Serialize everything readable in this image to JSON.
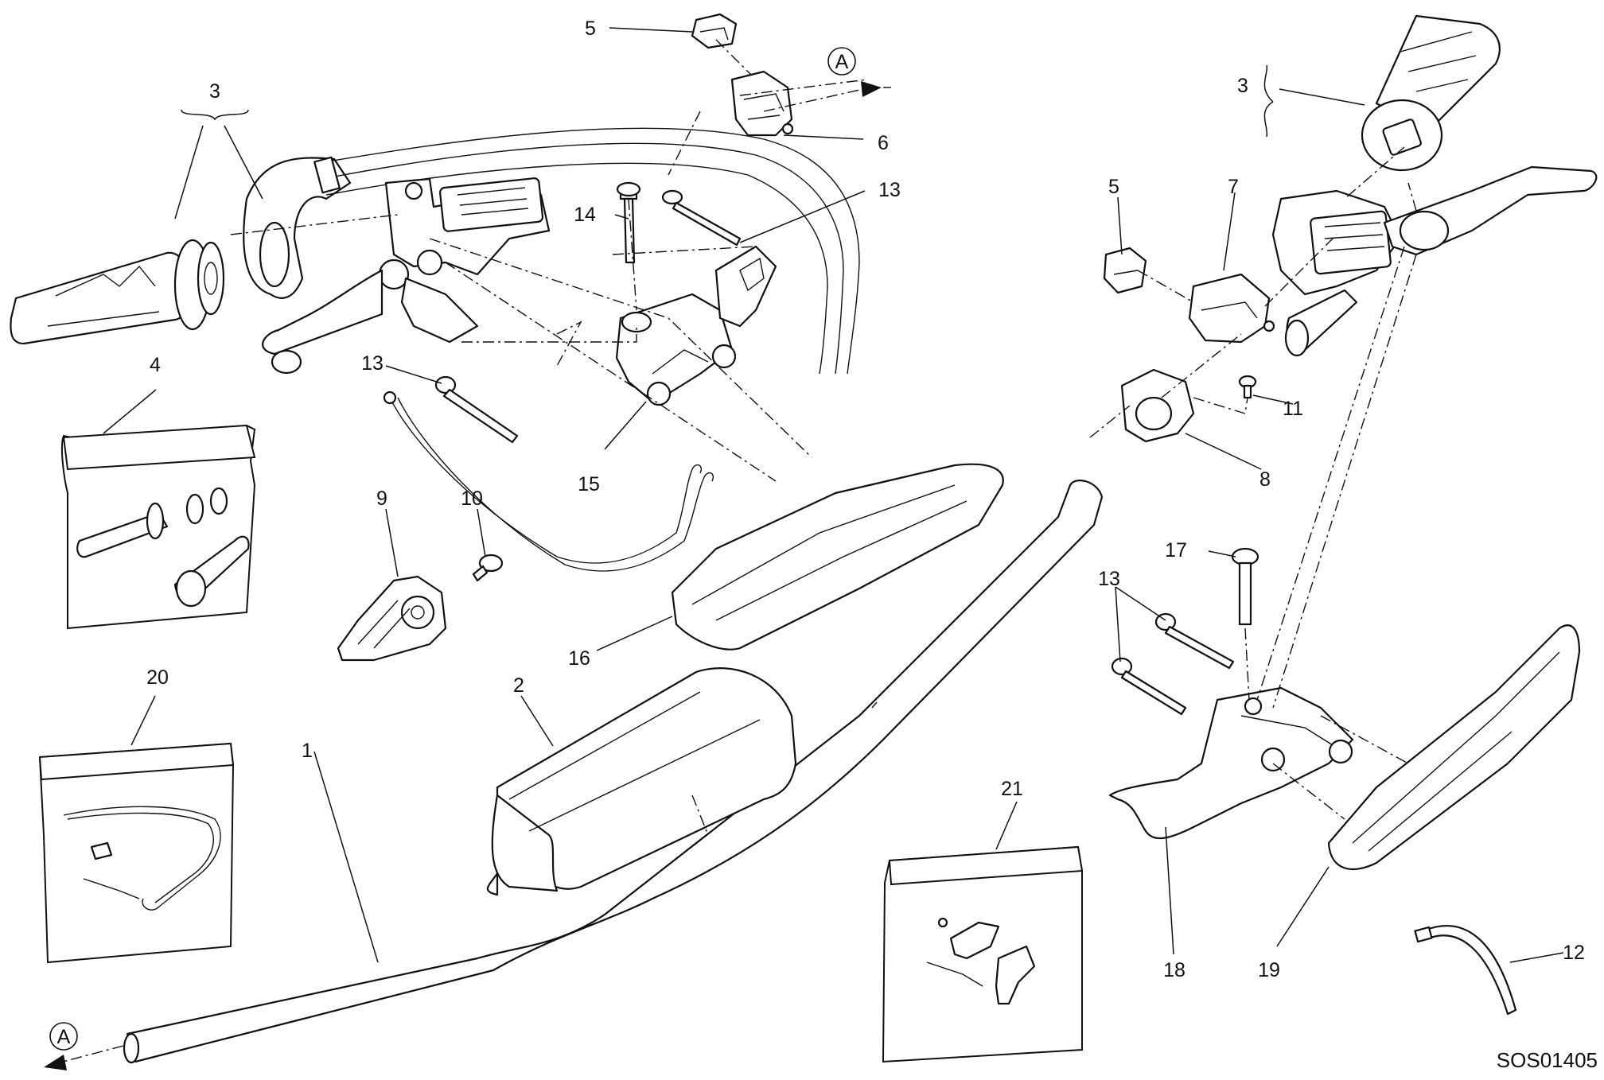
{
  "diagram": {
    "code": "SOS01405",
    "reference_mark": "A",
    "callouts": [
      {
        "id": "c1",
        "text": "1"
      },
      {
        "id": "c2",
        "text": "2"
      },
      {
        "id": "c3a",
        "text": "3"
      },
      {
        "id": "c3b",
        "text": "3"
      },
      {
        "id": "c4",
        "text": "4"
      },
      {
        "id": "c5a",
        "text": "5"
      },
      {
        "id": "c5b",
        "text": "5"
      },
      {
        "id": "c6",
        "text": "6"
      },
      {
        "id": "c7",
        "text": "7"
      },
      {
        "id": "c8",
        "text": "8"
      },
      {
        "id": "c9",
        "text": "9"
      },
      {
        "id": "c10",
        "text": "10"
      },
      {
        "id": "c11",
        "text": "11"
      },
      {
        "id": "c12",
        "text": "12"
      },
      {
        "id": "c13a",
        "text": "13"
      },
      {
        "id": "c13b",
        "text": "13"
      },
      {
        "id": "c13c",
        "text": "13"
      },
      {
        "id": "c14",
        "text": "14"
      },
      {
        "id": "c15",
        "text": "15"
      },
      {
        "id": "c16",
        "text": "16"
      },
      {
        "id": "c17",
        "text": "17"
      },
      {
        "id": "c18",
        "text": "18"
      },
      {
        "id": "c19",
        "text": "19"
      },
      {
        "id": "c20",
        "text": "20"
      },
      {
        "id": "c21",
        "text": "21"
      }
    ]
  }
}
